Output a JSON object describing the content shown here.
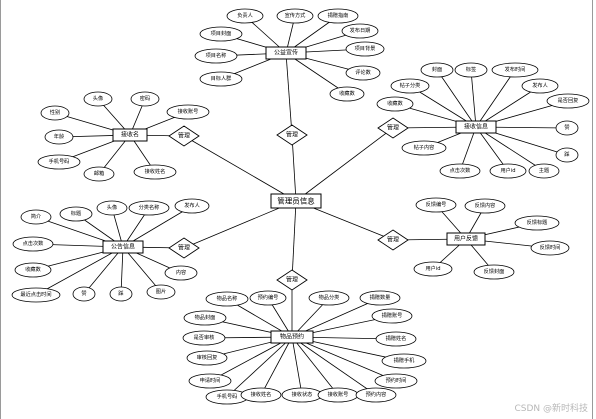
{
  "diagram": {
    "center_entity": "管理员信息",
    "relationship_label": "管理",
    "entities": {
      "public_notice": {
        "label": "公益宣传",
        "attributes": [
          "负责人",
          "宣传方式",
          "捐赠指南",
          "发布日期",
          "项目背景",
          "评论数",
          "收藏数",
          "目标人群",
          "项目名称",
          "项目封面"
        ]
      },
      "post_info": {
        "label": "接收信息",
        "attributes": [
          "封面",
          "标签",
          "发布时间",
          "发布人",
          "帖子分类",
          "收藏数",
          "帖子内容",
          "点击次数",
          "用户id",
          "主题",
          "踩",
          "赞",
          "是否回复"
        ]
      },
      "receiver_name": {
        "label": "接收名",
        "attributes": [
          "性别",
          "头像",
          "密码",
          "接收账号",
          "年龄",
          "手机号码",
          "邮箱",
          "接收姓名"
        ]
      },
      "public_info": {
        "label": "公告信息",
        "attributes": [
          "简介",
          "标题",
          "头像",
          "分类名称",
          "发布人",
          "点击次数",
          "收藏数",
          "最近点击时间",
          "赞",
          "踩",
          "图片",
          "内容"
        ]
      },
      "user_feedback": {
        "label": "用户反馈",
        "attributes": [
          "反馈编号",
          "反馈内容",
          "反馈标题",
          "反馈时间",
          "用户id",
          "反馈封面"
        ]
      },
      "item_reservation": {
        "label": "物品预约",
        "attributes": [
          "物品名称",
          "预约编号",
          "物品封面",
          "是否审核",
          "审核回复",
          "申请时间",
          "手机号码",
          "接收姓名",
          "接收状态",
          "接收账号",
          "预约内容",
          "预约时间",
          "捐赠手机",
          "捐赠姓名",
          "捐赠账号",
          "捐赠数量",
          "物品分类"
        ]
      }
    }
  },
  "frame_color": "#9a9a9a",
  "line_color": "#000000",
  "watermark": "CSDN @新时科技"
}
